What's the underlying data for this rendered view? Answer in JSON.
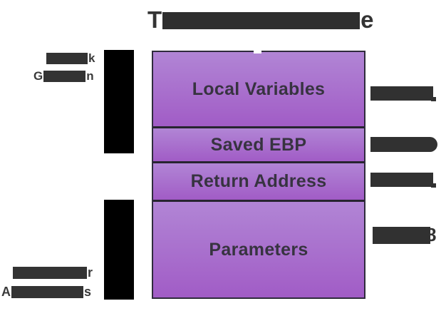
{
  "title": {
    "visible_prefix": "T",
    "visible_suffix": "e"
  },
  "left_labels": {
    "stack_growth": {
      "line1_visible_suffix": "k",
      "line2_visible_prefix": "G",
      "line2_visible_suffix": "n"
    },
    "higher_addresses": {
      "line1_visible_suffix": "r",
      "line2_visible_prefix": "A",
      "line2_visible_suffix": "s"
    }
  },
  "stack_frame": {
    "sections": [
      {
        "label": "Local Variables"
      },
      {
        "label": "Saved EBP"
      },
      {
        "label": "Return Address"
      },
      {
        "label": "Parameters"
      }
    ]
  },
  "right_labels": {
    "row4_visible_suffix": "8"
  },
  "colors": {
    "box_gradient_top": "#b185d5",
    "box_gradient_bottom": "#a15cc6",
    "box_border": "#2f2b3c",
    "section_text": "#373340",
    "title_text": "#343434",
    "redaction_bar": "#000000"
  }
}
